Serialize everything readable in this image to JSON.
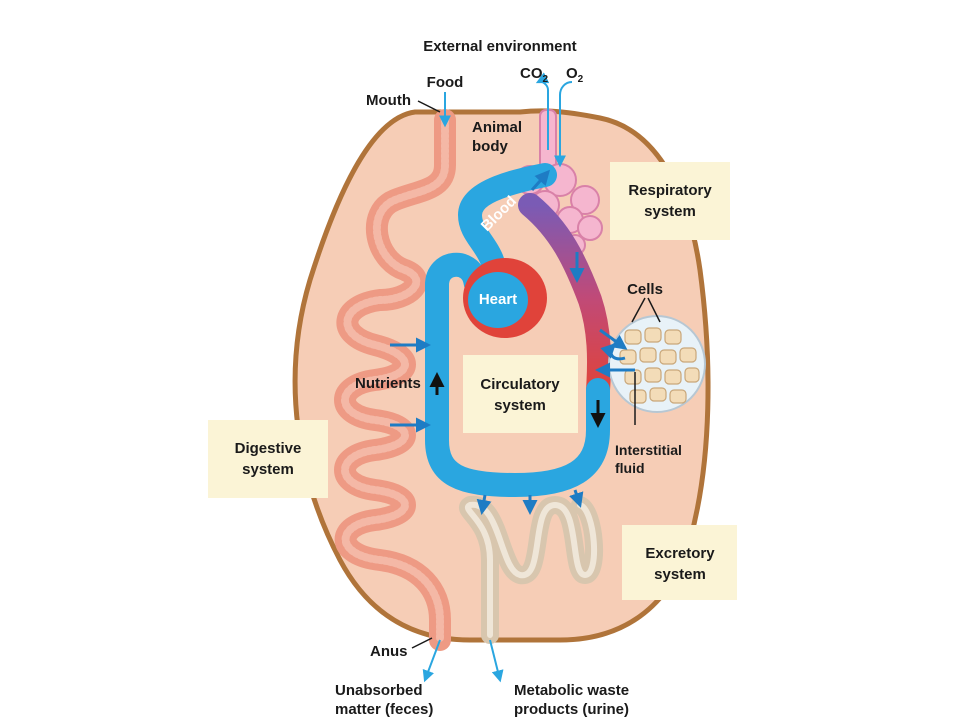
{
  "diagram": {
    "top_label": "External environment",
    "food": "Food",
    "mouth": "Mouth",
    "co2_main": "CO",
    "co2_sub": "2",
    "o2_main": "O",
    "o2_sub": "2",
    "animal_body_line1": "Animal",
    "animal_body_line2": "body",
    "blood": "Blood",
    "heart": "Heart",
    "respiratory_line1": "Respiratory",
    "respiratory_line2": "system",
    "cells": "Cells",
    "nutrients": "Nutrients",
    "circulatory_line1": "Circulatory",
    "circulatory_line2": "system",
    "digestive_line1": "Digestive",
    "digestive_line2": "system",
    "interstitial_line1": "Interstitial",
    "interstitial_line2": "fluid",
    "excretory_line1": "Excretory",
    "excretory_line2": "system",
    "anus": "Anus",
    "unabsorbed_line1": "Unabsorbed",
    "unabsorbed_line2": "matter (feces)",
    "metabolic_line1": "Metabolic waste",
    "metabolic_line2": "products (urine)"
  },
  "colors": {
    "body_fill": "#f6cdb6",
    "body_outline": "#b0743a",
    "blood_vessel": "#2aa6e0",
    "heart_red": "#e0433a",
    "lung_pink": "#f5b6cf",
    "gut_salmon": "#ee9a84",
    "kidney_tan": "#d8c6ae",
    "label_box": "#fbf4d6",
    "arrow_blue": "#1e7cc4"
  }
}
